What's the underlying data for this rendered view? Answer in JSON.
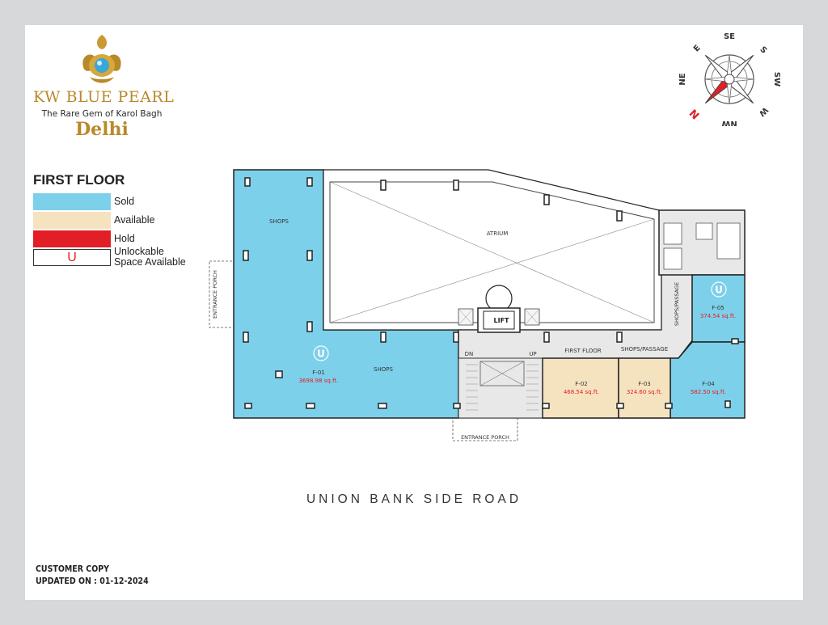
{
  "brand": {
    "name": "KW BLUE PEARL",
    "tagline": "The Rare Gem of Karol Bagh",
    "city": "Delhi",
    "logo": "pearl-emblem-icon",
    "logo_colors": {
      "gold": "#b8892a",
      "pearl": "#3ba6d8"
    }
  },
  "legend": {
    "title": "FIRST FLOOR",
    "items": [
      {
        "label": "Sold",
        "color": "#7dd0ea"
      },
      {
        "label": "Available",
        "color": "#f5e3c0"
      },
      {
        "label": "Hold",
        "color": "#e21e26"
      },
      {
        "label": "Unlockable Space Available",
        "symbol": "U",
        "symbol_color": "#e21e26"
      }
    ]
  },
  "compass": {
    "labels": [
      "SE",
      "S",
      "SW",
      "W",
      "NW",
      "N",
      "NE",
      "E"
    ],
    "north_color": "#e21e26"
  },
  "plan": {
    "colors": {
      "sold": "#7dd0ea",
      "available": "#f5e3c0",
      "common": "#e8e8e8",
      "outline": "#222222",
      "unit_text": "#e21e26"
    },
    "labels": {
      "shops_top": "SHOPS",
      "atrium": "ATRIUM",
      "lift": "LIFT",
      "entrance_porch_left": "ENTRANCE PORCH",
      "entrance_porch_bottom": "ENTRANCE PORCH",
      "shops_mid": "SHOPS",
      "stair_dn": "DN",
      "stair_up": "UP",
      "first_floor": "FIRST FLOOR",
      "shops_passage": "SHOPS/PASSAGE",
      "shops_passage_vertical": "SHOPS/PASSAGE",
      "unlock_symbol": "U"
    },
    "units": [
      {
        "id": "F-01",
        "area": "3698.98 sq.ft.",
        "status": "sold",
        "unlockable": true
      },
      {
        "id": "F-02",
        "area": "468.54 sq.ft.",
        "status": "available",
        "unlockable": false
      },
      {
        "id": "F-03",
        "area": "324.60 sq.ft.",
        "status": "available",
        "unlockable": false
      },
      {
        "id": "F-04",
        "area": "582.50 sq.ft.",
        "status": "sold",
        "unlockable": false
      },
      {
        "id": "F-05",
        "area": "374.54 sq.ft.",
        "status": "sold",
        "unlockable": true
      }
    ]
  },
  "road_label": "UNION BANK SIDE ROAD",
  "footer": {
    "copy_label": "CUSTOMER COPY",
    "updated": "UPDATED ON : 01-12-2024"
  }
}
